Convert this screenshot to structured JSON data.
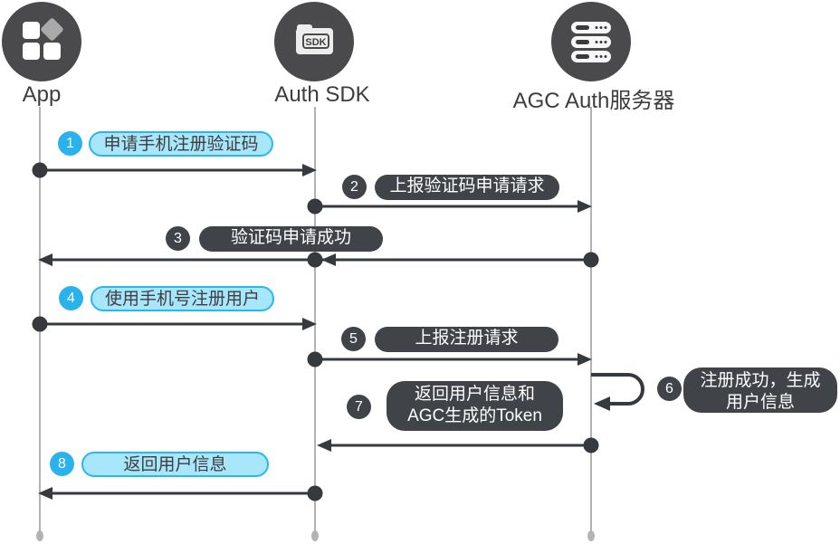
{
  "diagram": {
    "actors": [
      {
        "label": "App",
        "icon": "app-grid-icon"
      },
      {
        "label": "Auth SDK",
        "icon": "sdk-folder-icon",
        "icon_text": "SDK"
      },
      {
        "label": "AGC Auth服务器",
        "icon": "server-stack-icon"
      }
    ],
    "steps": [
      {
        "num": "1",
        "label": "申请手机注册验证码",
        "variant": "blue",
        "from": "App",
        "to": "Auth SDK"
      },
      {
        "num": "2",
        "label": "上报验证码申请请求",
        "variant": "dark",
        "from": "Auth SDK",
        "to": "AGC Auth服务器"
      },
      {
        "num": "3",
        "label": "验证码申请成功",
        "variant": "dark",
        "from": "AGC Auth服务器",
        "to": "App",
        "via": "Auth SDK"
      },
      {
        "num": "4",
        "label": "使用手机号注册用户",
        "variant": "blue",
        "from": "App",
        "to": "Auth SDK"
      },
      {
        "num": "5",
        "label": "上报注册请求",
        "variant": "dark",
        "from": "Auth SDK",
        "to": "AGC Auth服务器"
      },
      {
        "num": "6",
        "label": "注册成功，生成用户信息",
        "line1": "注册成功，生成",
        "line2": "用户信息",
        "variant": "dark",
        "from": "AGC Auth服务器",
        "to": "AGC Auth服务器",
        "self_message": true
      },
      {
        "num": "7",
        "label": "返回用户信息和AGC生成的Token",
        "line1": "返回用户信息和",
        "line2": "AGC生成的Token",
        "variant": "dark",
        "from": "AGC Auth服务器",
        "to": "Auth SDK"
      },
      {
        "num": "8",
        "label": "返回用户信息",
        "variant": "blue",
        "from": "Auth SDK",
        "to": "App"
      }
    ],
    "colors": {
      "blue_badge": "#29B2EC",
      "blue_bubble_fill": "#A8E6FB",
      "blue_bubble_border": "#29B7F0",
      "dark": "#404347",
      "arrow": "#36393D",
      "lifeline": "#B3B3B3",
      "icon_circle": "#4A4A4C"
    }
  }
}
